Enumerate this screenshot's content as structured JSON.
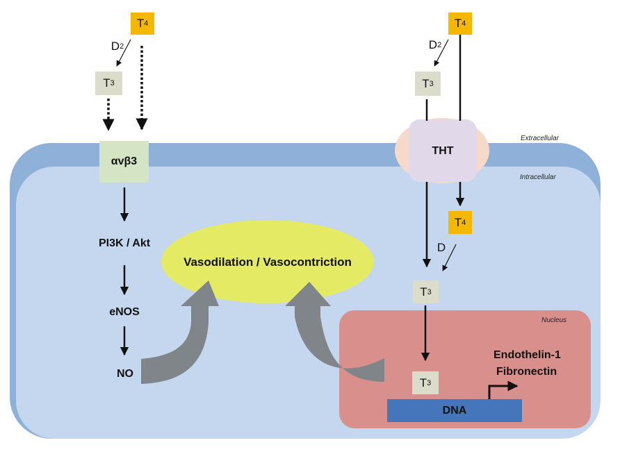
{
  "labels": {
    "extracellular": "Extracellular",
    "intracellular": "Intracellular",
    "nucleus": "Nucleus",
    "integrin": "αvβ3",
    "pi3k": "PI3K / Akt",
    "enos": "eNOS",
    "no": "NO",
    "effect": "Vasodilation  / Vasocontriction",
    "transporter": "THT",
    "dna": "DNA",
    "gene1": "Endothelin-1",
    "gene2": "Fibronectin",
    "t4_main": "T",
    "t4_sub": "4",
    "t3_main": "T",
    "t3_sub": "3",
    "d2_main": "D",
    "d2_sub": "2",
    "deiodinase": "D"
  },
  "colors": {
    "membrane_outer": "#8fb0d8",
    "cytoplasm": "#c4d7ef",
    "nucleus": "#d9908d",
    "effect_ellipse": "#e4ea63",
    "integrin_box": "#d5e4c4",
    "transporter_halo": "#f6d9c8",
    "transporter_box": "#e1d9ea",
    "t4_box": "#f5b800",
    "t3_box": "#dcdccb",
    "dna_bar": "#4575bb",
    "big_arrow": "#7f8589"
  }
}
